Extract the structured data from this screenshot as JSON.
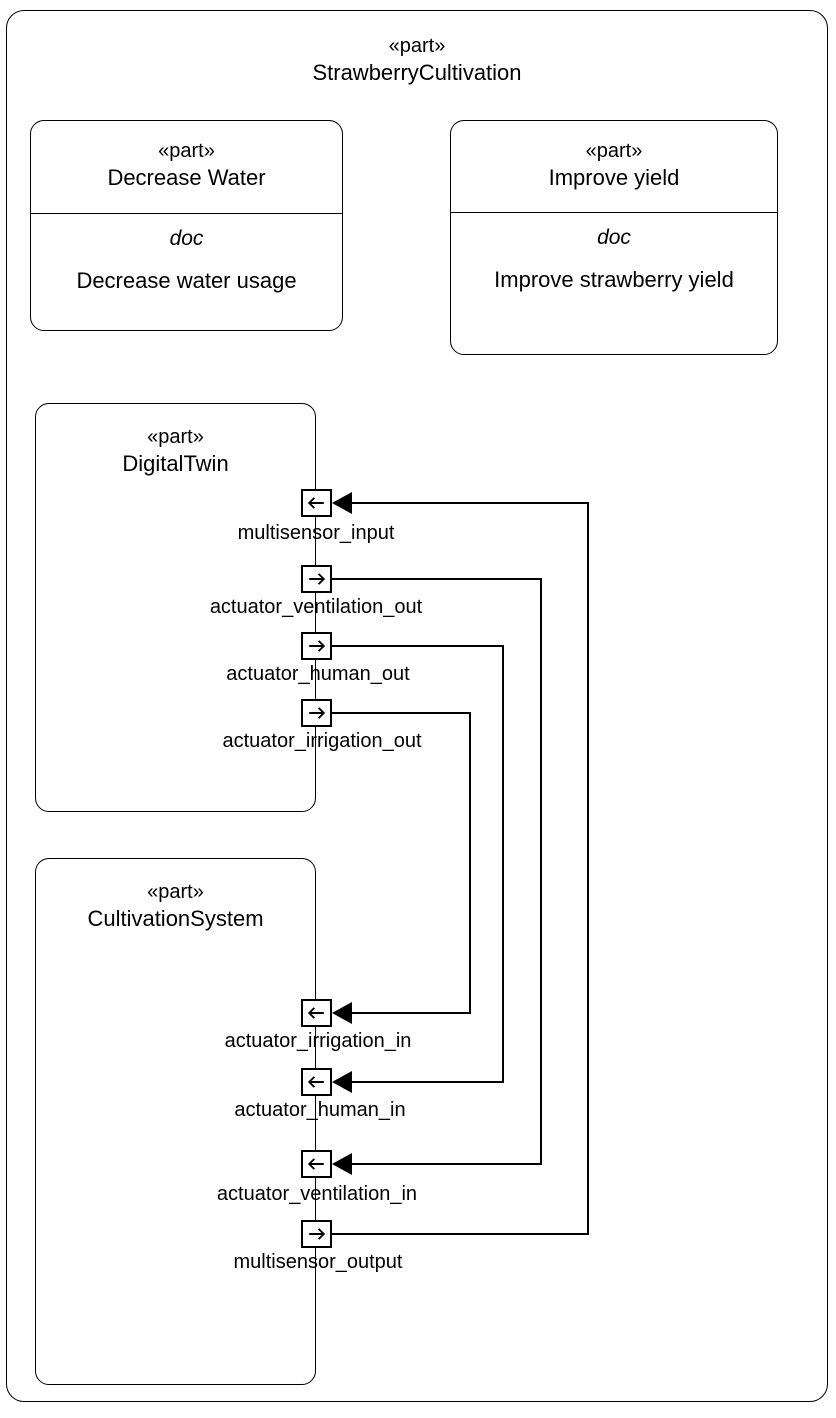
{
  "diagram": {
    "kind": "sysml-internal-block-diagram",
    "root": {
      "stereotype": "«part»",
      "name": "StrawberryCultivation"
    }
  },
  "requirements": [
    {
      "stereotype": "«part»",
      "name": "Decrease Water",
      "doc_key": "doc",
      "doc_value": "Decrease water usage"
    },
    {
      "stereotype": "«part»",
      "name": "Improve yield",
      "doc_key": "doc",
      "doc_value": "Improve strawberry yield"
    }
  ],
  "parts": [
    {
      "stereotype": "«part»",
      "name": "DigitalTwin",
      "ports": [
        {
          "label": "multisensor_input",
          "direction": "in",
          "icon": "arrow-left-icon"
        },
        {
          "label": "actuator_ventilation_out",
          "direction": "out",
          "icon": "arrow-right-icon"
        },
        {
          "label": "actuator_human_out",
          "direction": "out",
          "icon": "arrow-right-icon"
        },
        {
          "label": "actuator_irrigation_out",
          "direction": "out",
          "icon": "arrow-right-icon"
        }
      ]
    },
    {
      "stereotype": "«part»",
      "name": "CultivationSystem",
      "ports": [
        {
          "label": "actuator_irrigation_in",
          "direction": "in",
          "icon": "arrow-left-icon"
        },
        {
          "label": "actuator_human_in",
          "direction": "in",
          "icon": "arrow-left-icon"
        },
        {
          "label": "actuator_ventilation_in",
          "direction": "in",
          "icon": "arrow-left-icon"
        },
        {
          "label": "multisensor_output",
          "direction": "out",
          "icon": "arrow-right-icon"
        }
      ]
    }
  ],
  "connectors": [
    {
      "from": "DigitalTwin.actuator_irrigation_out",
      "to": "CultivationSystem.actuator_irrigation_in"
    },
    {
      "from": "DigitalTwin.actuator_human_out",
      "to": "CultivationSystem.actuator_human_in"
    },
    {
      "from": "DigitalTwin.actuator_ventilation_out",
      "to": "CultivationSystem.actuator_ventilation_in"
    },
    {
      "from": "CultivationSystem.multisensor_output",
      "to": "DigitalTwin.multisensor_input"
    }
  ],
  "style": {
    "line_color": "#000000",
    "fill_color": "#ffffff"
  }
}
